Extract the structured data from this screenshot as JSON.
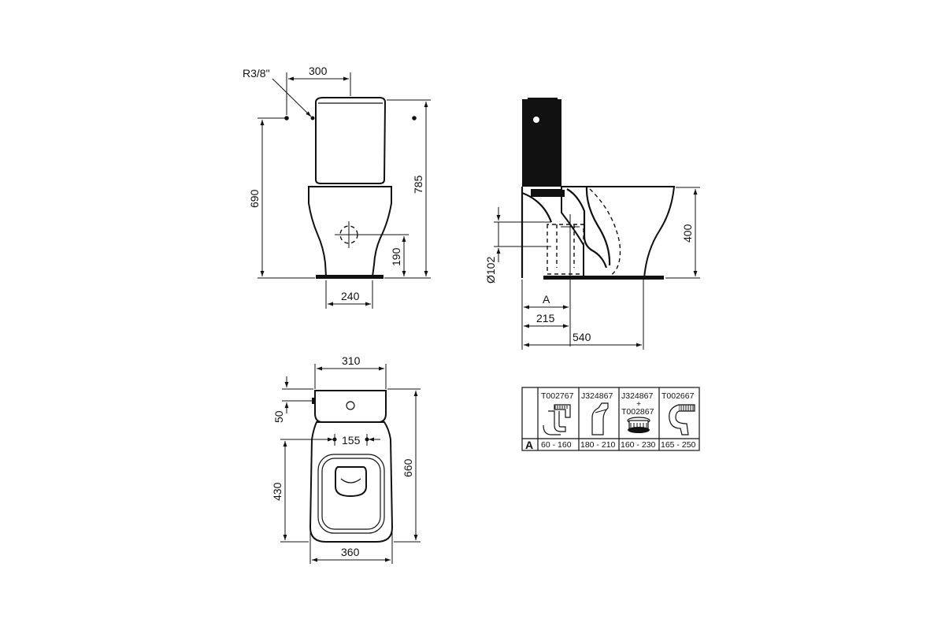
{
  "front_view": {
    "thread_label": "R3/8\"",
    "dim_width_top": "300",
    "dim_height_total": "690",
    "dim_height_tank": "785",
    "dim_outlet_height": "190",
    "dim_base_width": "240"
  },
  "side_view": {
    "dim_pipe_diameter": "Ø102",
    "dim_bowl_height": "400",
    "dim_a": "A",
    "dim_outlet_distance": "215",
    "dim_depth": "540"
  },
  "top_view": {
    "dim_tank_width": "310",
    "dim_wall_gap": "50",
    "dim_fixing_spacing": "155",
    "dim_seat_length": "430",
    "dim_total_length": "660",
    "dim_bowl_width": "360"
  },
  "connector_table": {
    "row_label": "A",
    "columns": [
      {
        "code": "T002767",
        "code2": "",
        "range": "60 - 160",
        "icon": "elbow-bend-icon"
      },
      {
        "code": "J324867",
        "code2": "",
        "range": "180 - 210",
        "icon": "offset-pan-connector-icon"
      },
      {
        "code": "J324867",
        "code2": "T002867",
        "range": "160 - 230",
        "icon": "connector-with-seal-icon"
      },
      {
        "code": "T002667",
        "code2": "",
        "range": "165 - 250",
        "icon": "s-trap-connector-icon"
      }
    ],
    "plus_sign": "+"
  }
}
